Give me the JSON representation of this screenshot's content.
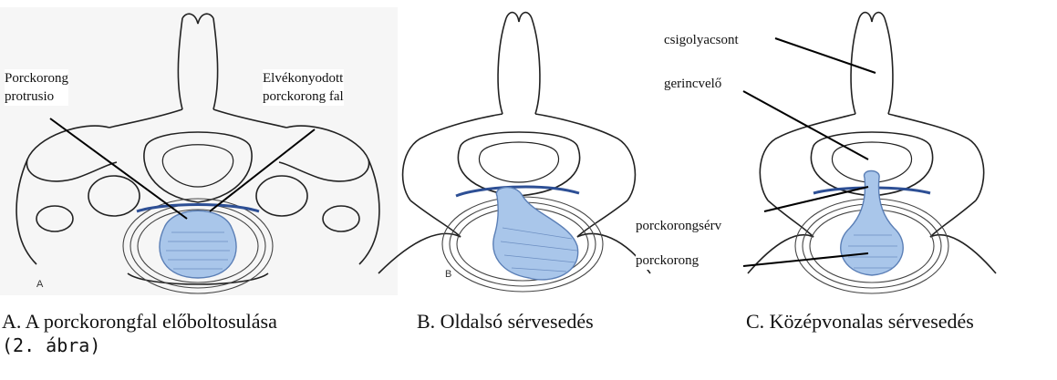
{
  "panels": [
    {
      "id": "A",
      "corner_letter": "A",
      "labels": {
        "left": "Porckorong\nprotrusio",
        "right": "Elvékonyodott\nporckorong fal"
      },
      "caption": "A. A porckorongfal előboltosulása",
      "subcaption": "(2. ábra)"
    },
    {
      "id": "B",
      "corner_letter": "B",
      "caption": "B. Oldalsó sérvesedés"
    },
    {
      "id": "C",
      "labels": {
        "bone": "csigolyacsont",
        "cord": "gerincvelő",
        "hernia": "porckorongsérv",
        "disc": "porckorong"
      },
      "caption": "C. Középvonalas sérvesedés"
    }
  ],
  "colors": {
    "disc_fill": "#a9c6ea",
    "disc_line": "#5b7fb6",
    "bone_bg": "#f6f6f6",
    "ink": "#222222"
  }
}
